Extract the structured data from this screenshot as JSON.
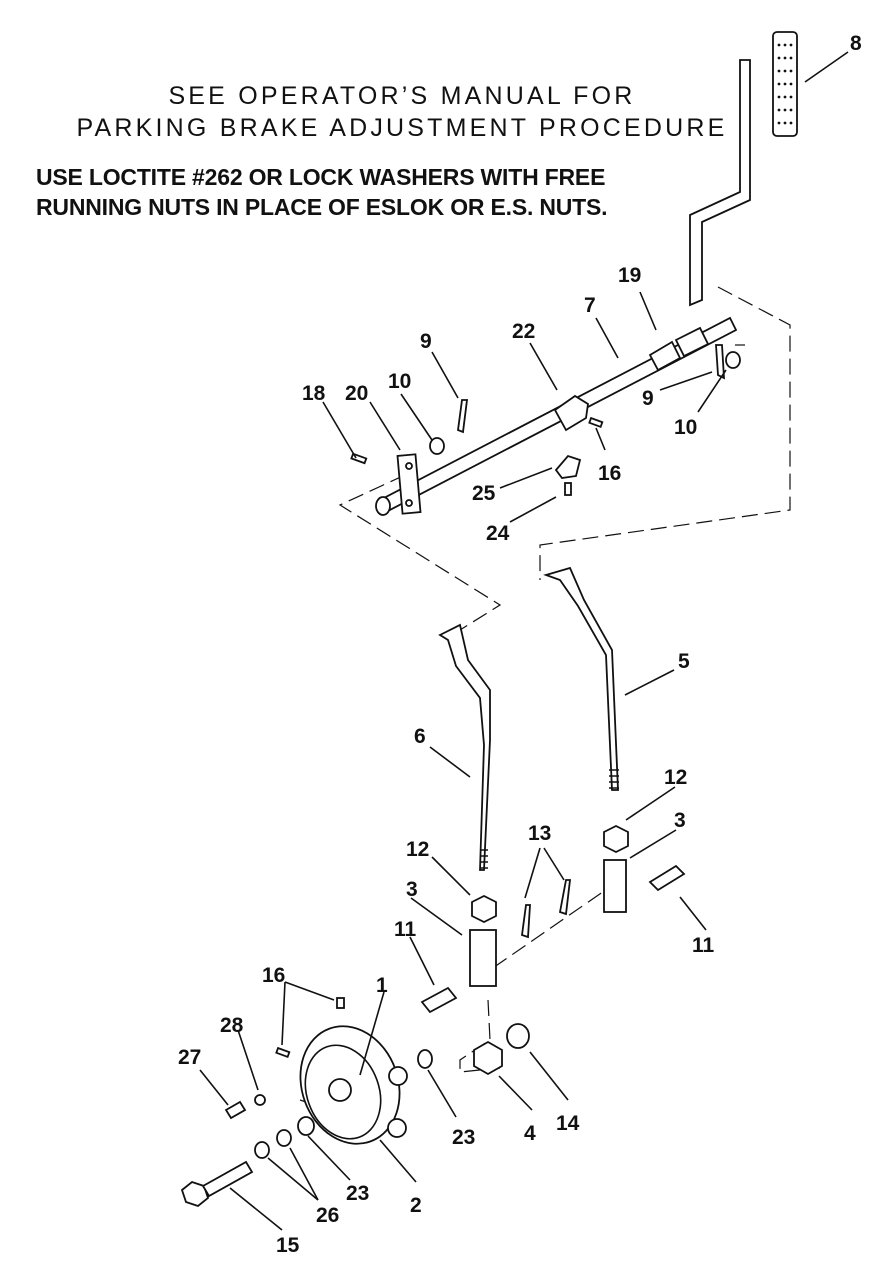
{
  "notes": {
    "manual_line1": "SEE OPERATOR’S MANUAL FOR",
    "manual_line2": "PARKING BRAKE ADJUSTMENT PROCEDURE",
    "loctite_line1": "USE LOCTITE #262 OR LOCK WASHERS WITH FREE",
    "loctite_line2": "RUNNING NUTS IN PLACE OF ESLOK OR E.S. NUTS."
  },
  "callouts": [
    {
      "id": "c8",
      "text": "8"
    },
    {
      "id": "c19",
      "text": "19"
    },
    {
      "id": "c7",
      "text": "7"
    },
    {
      "id": "c22",
      "text": "22"
    },
    {
      "id": "c9a",
      "text": "9"
    },
    {
      "id": "c10a",
      "text": "10"
    },
    {
      "id": "c18",
      "text": "18"
    },
    {
      "id": "c20",
      "text": "20"
    },
    {
      "id": "c9b",
      "text": "9"
    },
    {
      "id": "c10b",
      "text": "10"
    },
    {
      "id": "c16a",
      "text": "16"
    },
    {
      "id": "c25",
      "text": "25"
    },
    {
      "id": "c24",
      "text": "24"
    },
    {
      "id": "c5",
      "text": "5"
    },
    {
      "id": "c6",
      "text": "6"
    },
    {
      "id": "c12a",
      "text": "12"
    },
    {
      "id": "c3a",
      "text": "3"
    },
    {
      "id": "c13",
      "text": "13"
    },
    {
      "id": "c12b",
      "text": "12"
    },
    {
      "id": "c3b",
      "text": "3"
    },
    {
      "id": "c11a",
      "text": "11"
    },
    {
      "id": "c11b",
      "text": "11"
    },
    {
      "id": "c16b",
      "text": "16"
    },
    {
      "id": "c1",
      "text": "1"
    },
    {
      "id": "c28",
      "text": "28"
    },
    {
      "id": "c27",
      "text": "27"
    },
    {
      "id": "c23a",
      "text": "23"
    },
    {
      "id": "c4",
      "text": "4"
    },
    {
      "id": "c14",
      "text": "14"
    },
    {
      "id": "c23b",
      "text": "23"
    },
    {
      "id": "c2",
      "text": "2"
    },
    {
      "id": "c26",
      "text": "26"
    },
    {
      "id": "c15",
      "text": "15"
    }
  ]
}
